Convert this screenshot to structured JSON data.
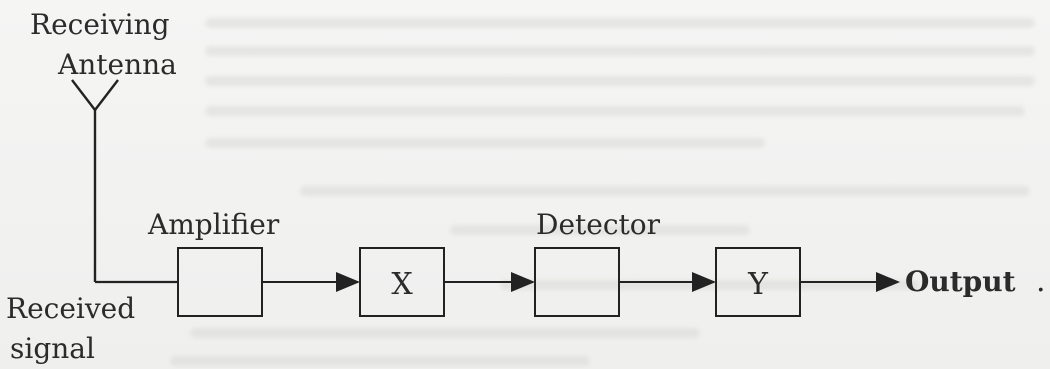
{
  "diagram": {
    "antenna_label_line1": "Receiving",
    "antenna_label_line2": "Antenna",
    "received_label_line1": "Received",
    "received_label_line2": "signal",
    "amplifier_label": "Amplifier",
    "detector_label": "Detector",
    "block_x_label": "X",
    "block_y_label": "Y",
    "output_label": "Output",
    "trailing_mark": "."
  }
}
